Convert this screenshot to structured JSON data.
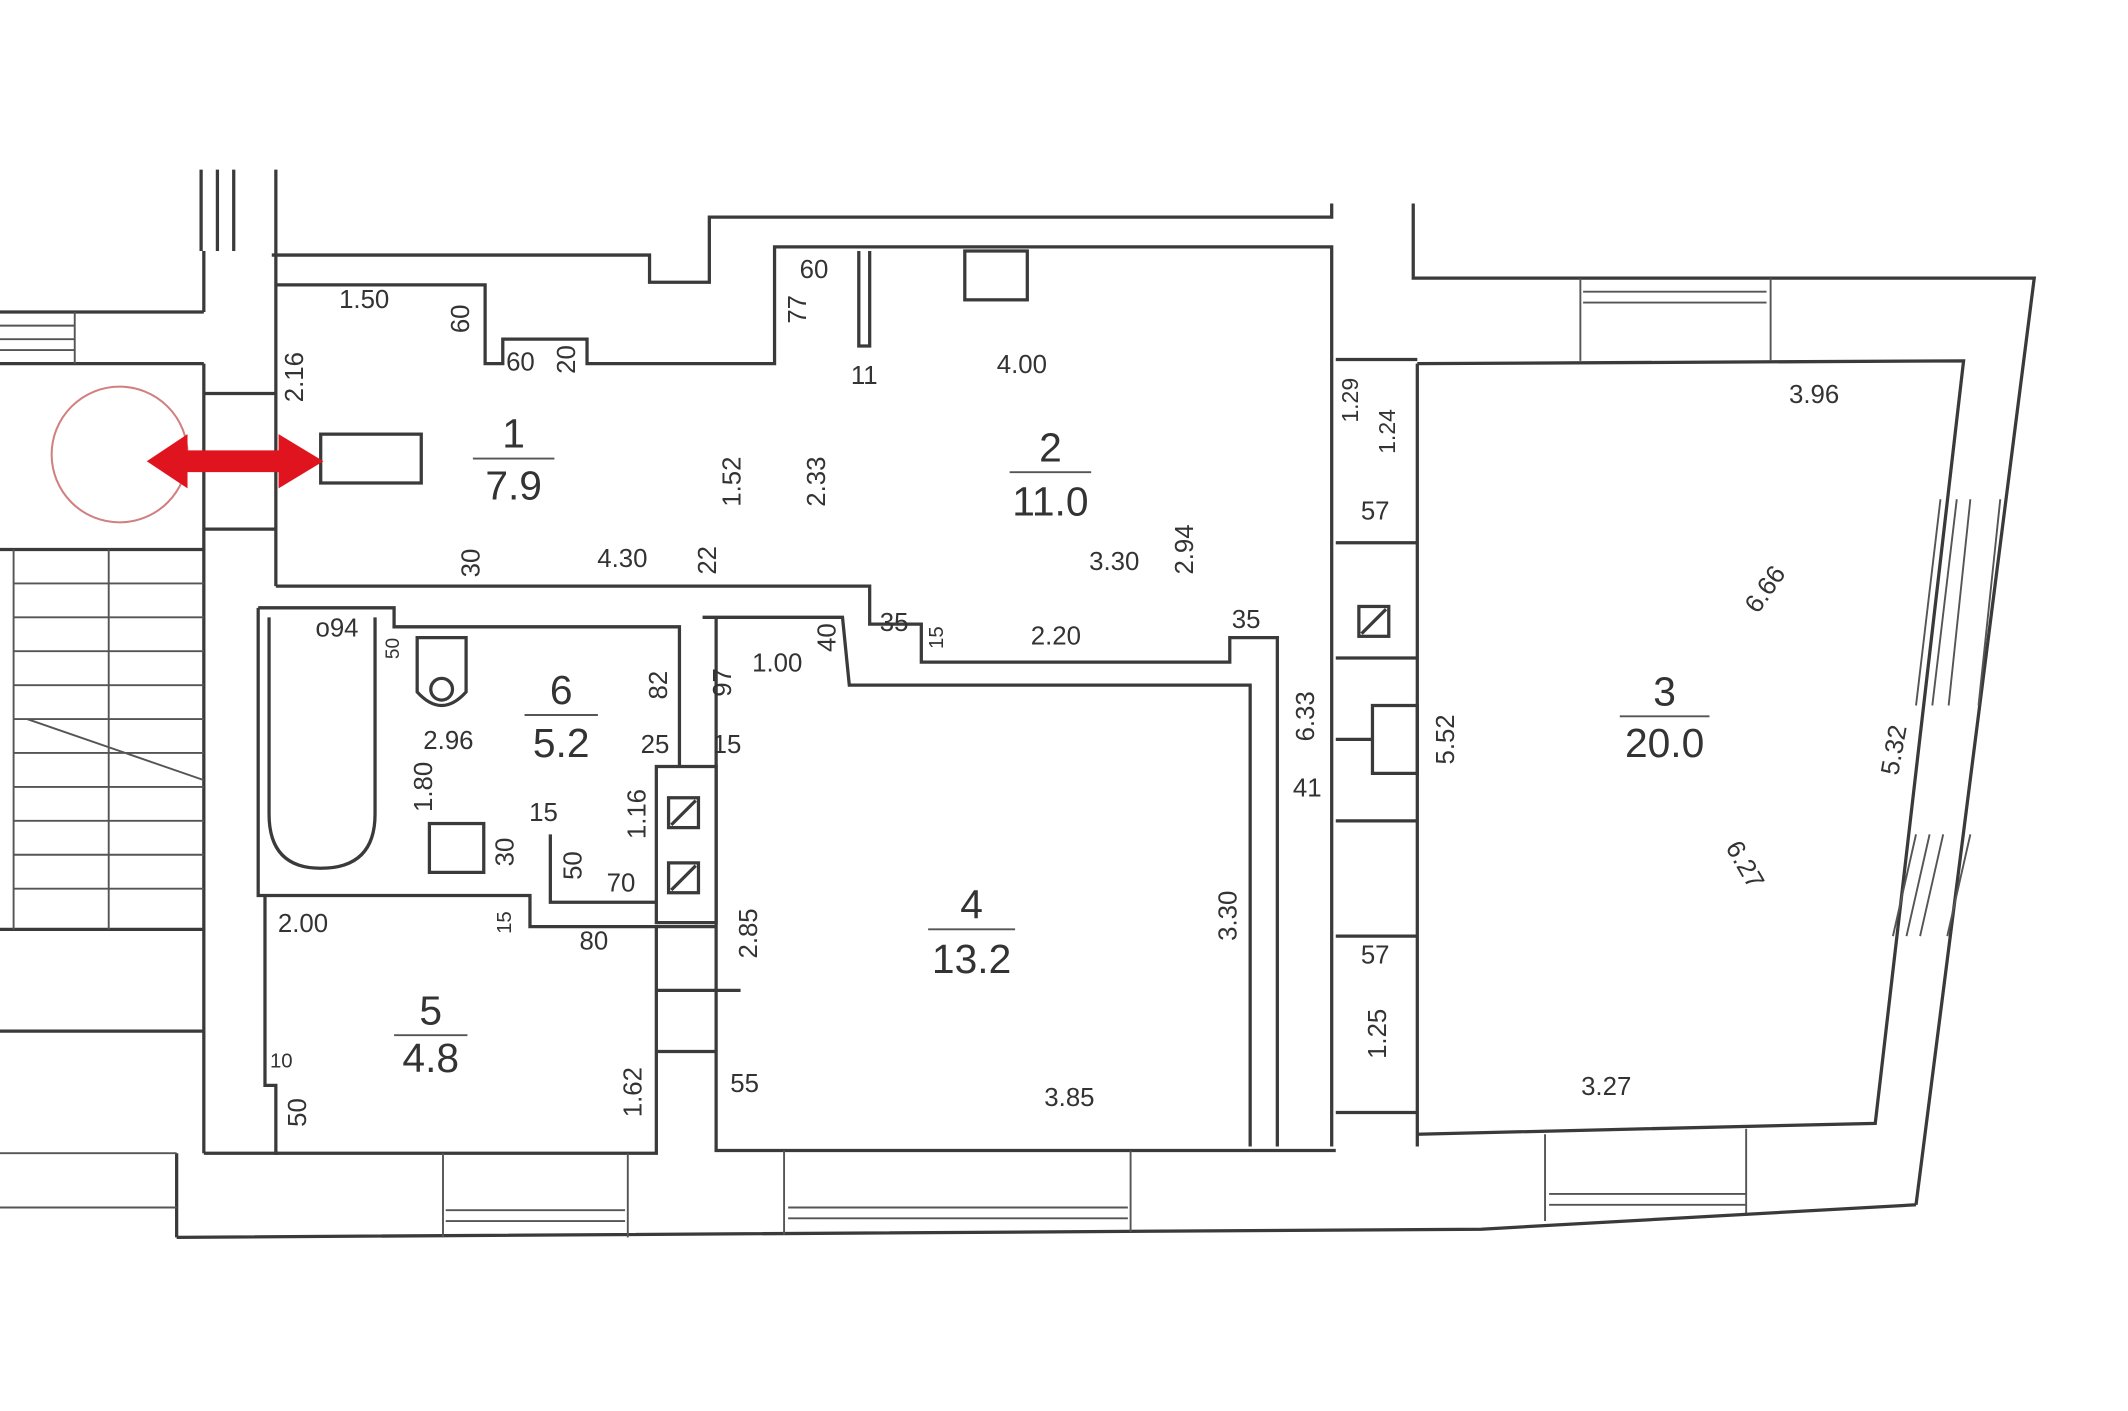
{
  "plan": {
    "rooms": [
      {
        "number": "1",
        "area": "7.9"
      },
      {
        "number": "2",
        "area": "11.0"
      },
      {
        "number": "3",
        "area": "20.0"
      },
      {
        "number": "4",
        "area": "13.2"
      },
      {
        "number": "5",
        "area": "4.8"
      },
      {
        "number": "6",
        "area": "5.2"
      }
    ],
    "dimensions": [
      "1.50",
      "60",
      "60",
      "20",
      "77",
      "60",
      "2.16",
      "11",
      "4.00",
      "1.52",
      "2.33",
      "3.30",
      "2.94",
      "30",
      "4.30",
      "22",
      "o94",
      "50",
      "1.00",
      "40",
      "97",
      "82",
      "35",
      "15",
      "2.20",
      "35",
      "2.96",
      "25",
      "15",
      "6.33",
      "1.80",
      "15",
      "1.16",
      "41",
      "30",
      "50",
      "70",
      "2.00",
      "15",
      "80",
      "2.85",
      "3.30",
      "10",
      "50",
      "1.62",
      "55",
      "3.85",
      "1.29",
      "1.24",
      "57",
      "3.96",
      "6.66",
      "5.52",
      "5.32",
      "6.27",
      "57",
      "1.25",
      "3.27"
    ],
    "colors": {
      "wall": "#3a3a3a",
      "marker": "#e0141e",
      "circle": "#d08080"
    }
  }
}
